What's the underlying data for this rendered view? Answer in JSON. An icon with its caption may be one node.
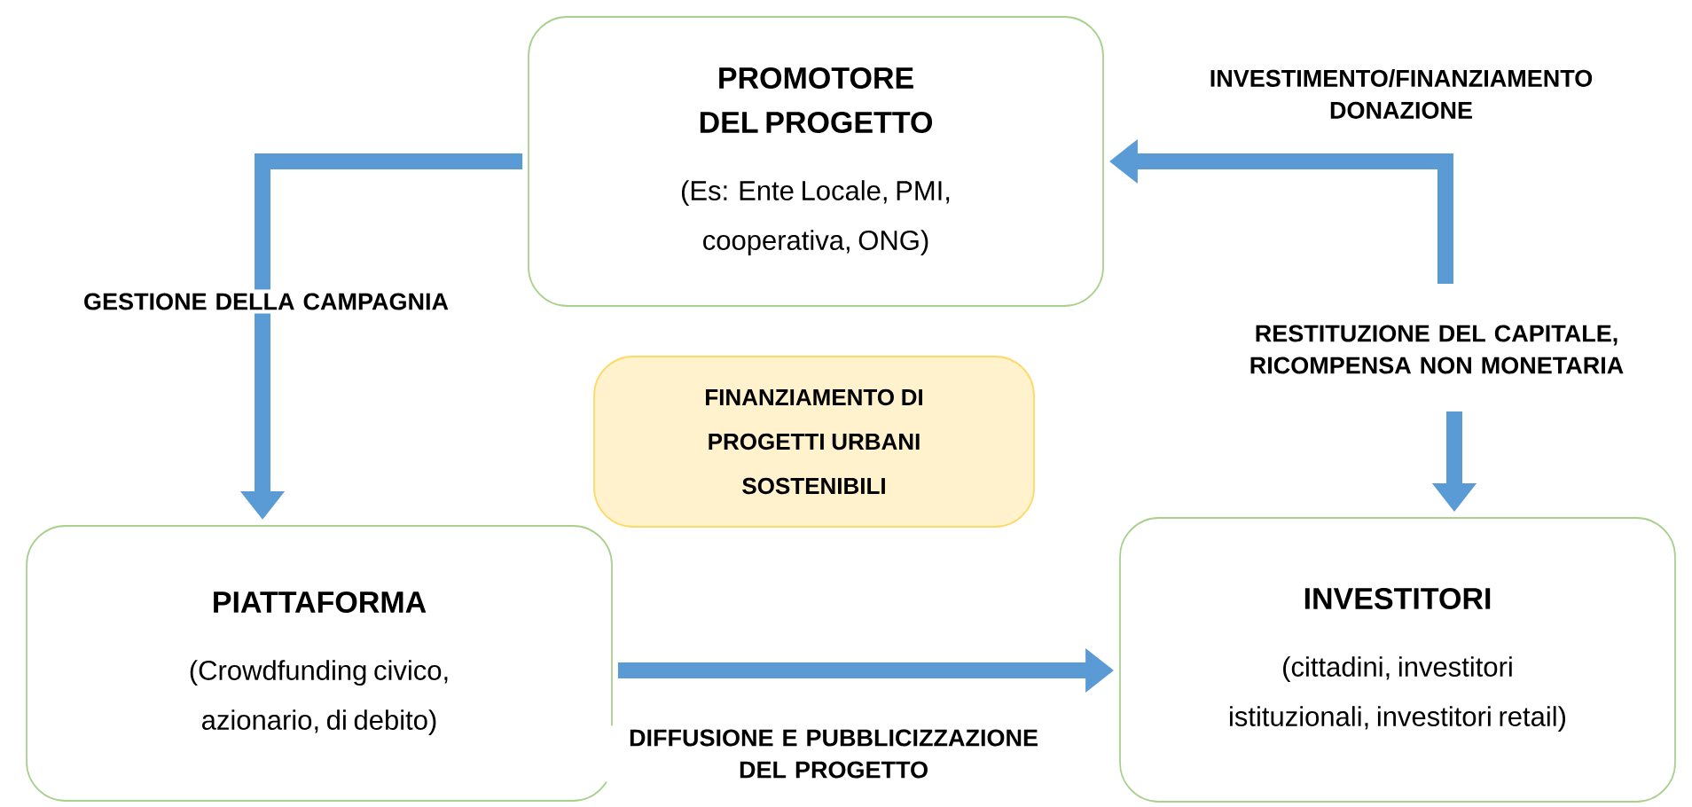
{
  "diagram": {
    "nodes": [
      {
        "text": [
          "PROMOTORE DEL PROGETTO",
          "(Es: Ente Locale, PMI, cooperativa, ONG)"
        ]
      },
      {
        "text": [
          "PIATTAFORMA",
          "(Crowdfunding civico, azionario, di debito)"
        ]
      },
      {
        "text": [
          "FINANZIAMENTO DI PROGETTI URBANI SOSTENIBILI"
        ]
      },
      {
        "text": [
          "INVESTITORI",
          "(cittadini, investitori istituzionali, investitori retail)"
        ]
      }
    ],
    "edges": [
      {
        "from": 0,
        "to": 1,
        "arrow": "to",
        "label": "GESTIONE DELLA CAMPAGNIA"
      },
      {
        "from": null,
        "to": 0,
        "arrow": "to",
        "label": "INVESTIMENTO/FINANZIAMENTO DONAZIONE"
      },
      {
        "from": null,
        "to": 3,
        "arrow": "to",
        "label": "RESTITUZIONE DEL CAPITALE, RICOMPENSA NON MONETARIA"
      },
      {
        "from": 1,
        "to": 3,
        "arrow": "to",
        "label": "DIFFUSIONE E PUBBLICIZZAZIONE DEL PROGETTO"
      }
    ]
  }
}
